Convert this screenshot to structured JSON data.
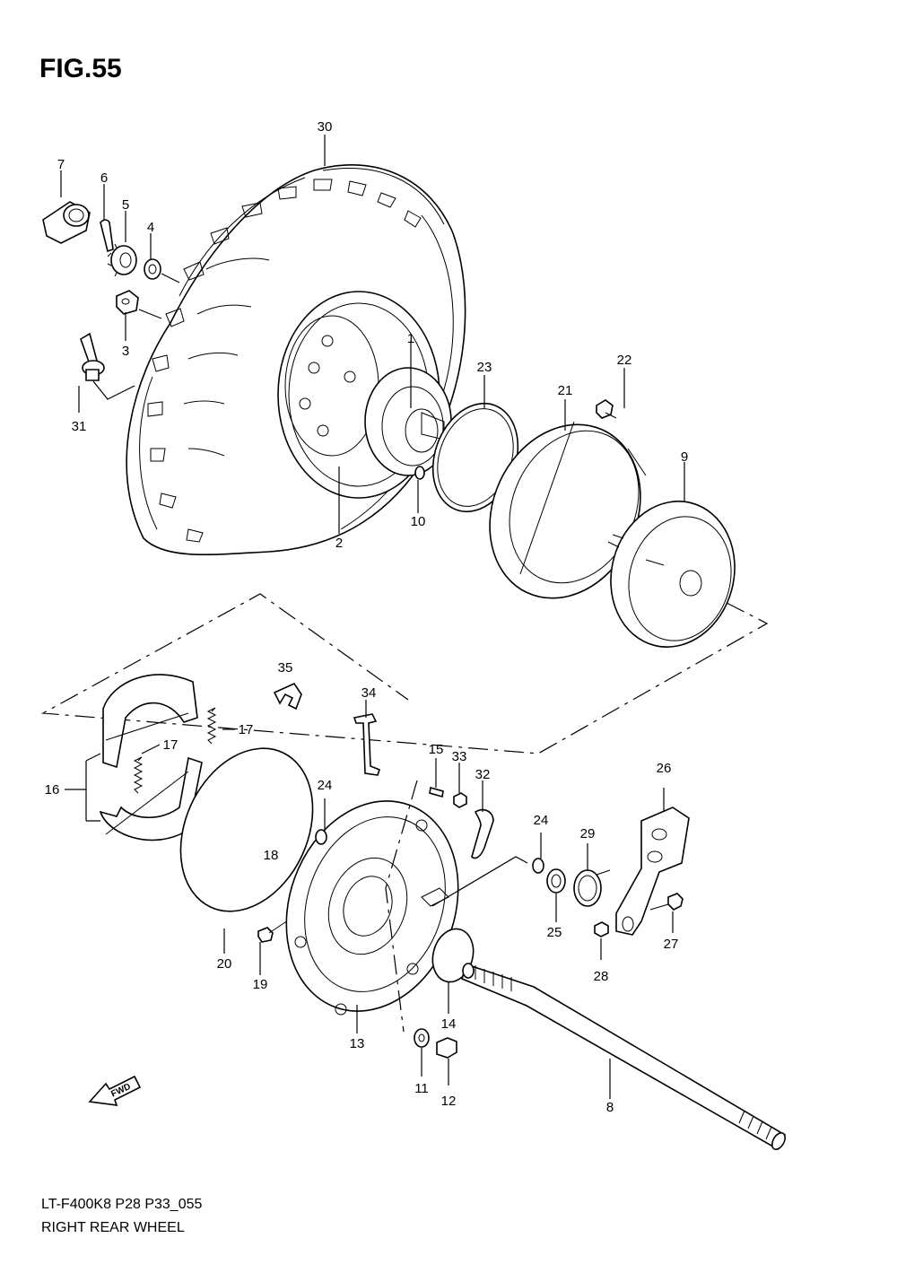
{
  "figure_title": "FIG.55",
  "fwd_label": "FWD",
  "footer": {
    "model_code": "LT-F400K8  P28  P33_055",
    "section_name": "RIGHT REAR WHEEL"
  },
  "callouts": {
    "c1": "1",
    "c2": "2",
    "c3": "3",
    "c4": "4",
    "c5": "5",
    "c6": "6",
    "c7": "7",
    "c8": "8",
    "c9": "9",
    "c10": "10",
    "c11": "11",
    "c12": "12",
    "c13": "13",
    "c14": "14",
    "c15": "15",
    "c16": "16",
    "c17a": "17",
    "c17b": "17",
    "c18": "18",
    "c19": "19",
    "c20": "20",
    "c21": "21",
    "c22": "22",
    "c23": "23",
    "c24a": "24",
    "c24b": "24",
    "c25": "25",
    "c26": "26",
    "c27": "27",
    "c28": "28",
    "c29": "29",
    "c30": "30",
    "c31": "31",
    "c32": "32",
    "c33": "33",
    "c34": "34",
    "c35": "35"
  }
}
